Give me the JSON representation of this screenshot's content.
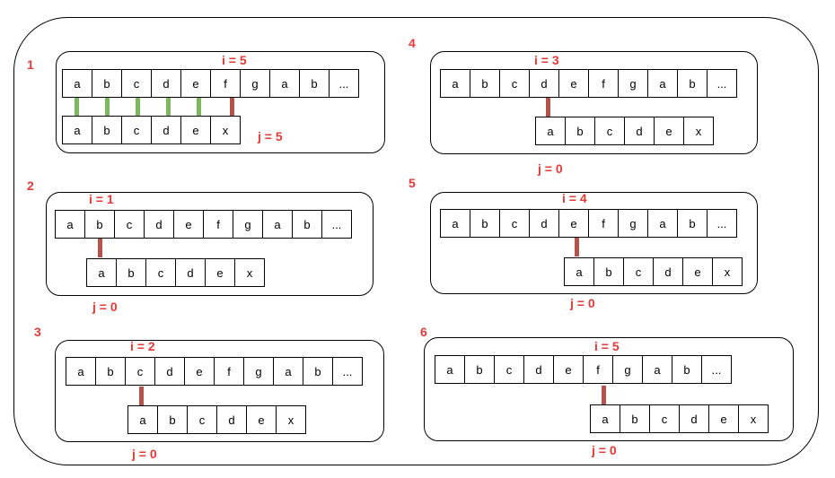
{
  "text_chars": [
    "a",
    "b",
    "c",
    "d",
    "e",
    "f",
    "g",
    "a",
    "b",
    "..."
  ],
  "pattern_chars": [
    "a",
    "b",
    "c",
    "d",
    "e",
    "x"
  ],
  "colors": {
    "label": "#e53935",
    "match_link": "#7cb85c",
    "mismatch_link": "#b5524a"
  },
  "steps": [
    {
      "number": "1",
      "i_label": "i = 5",
      "j_label": "j = 5"
    },
    {
      "number": "2",
      "i_label": "i = 1",
      "j_label": "j = 0"
    },
    {
      "number": "3",
      "i_label": "i = 2",
      "j_label": "j = 0"
    },
    {
      "number": "4",
      "i_label": "i = 3",
      "j_label": "j = 0"
    },
    {
      "number": "5",
      "i_label": "i = 4",
      "j_label": "j = 0"
    },
    {
      "number": "6",
      "i_label": "i = 5",
      "j_label": "j = 0"
    }
  ]
}
